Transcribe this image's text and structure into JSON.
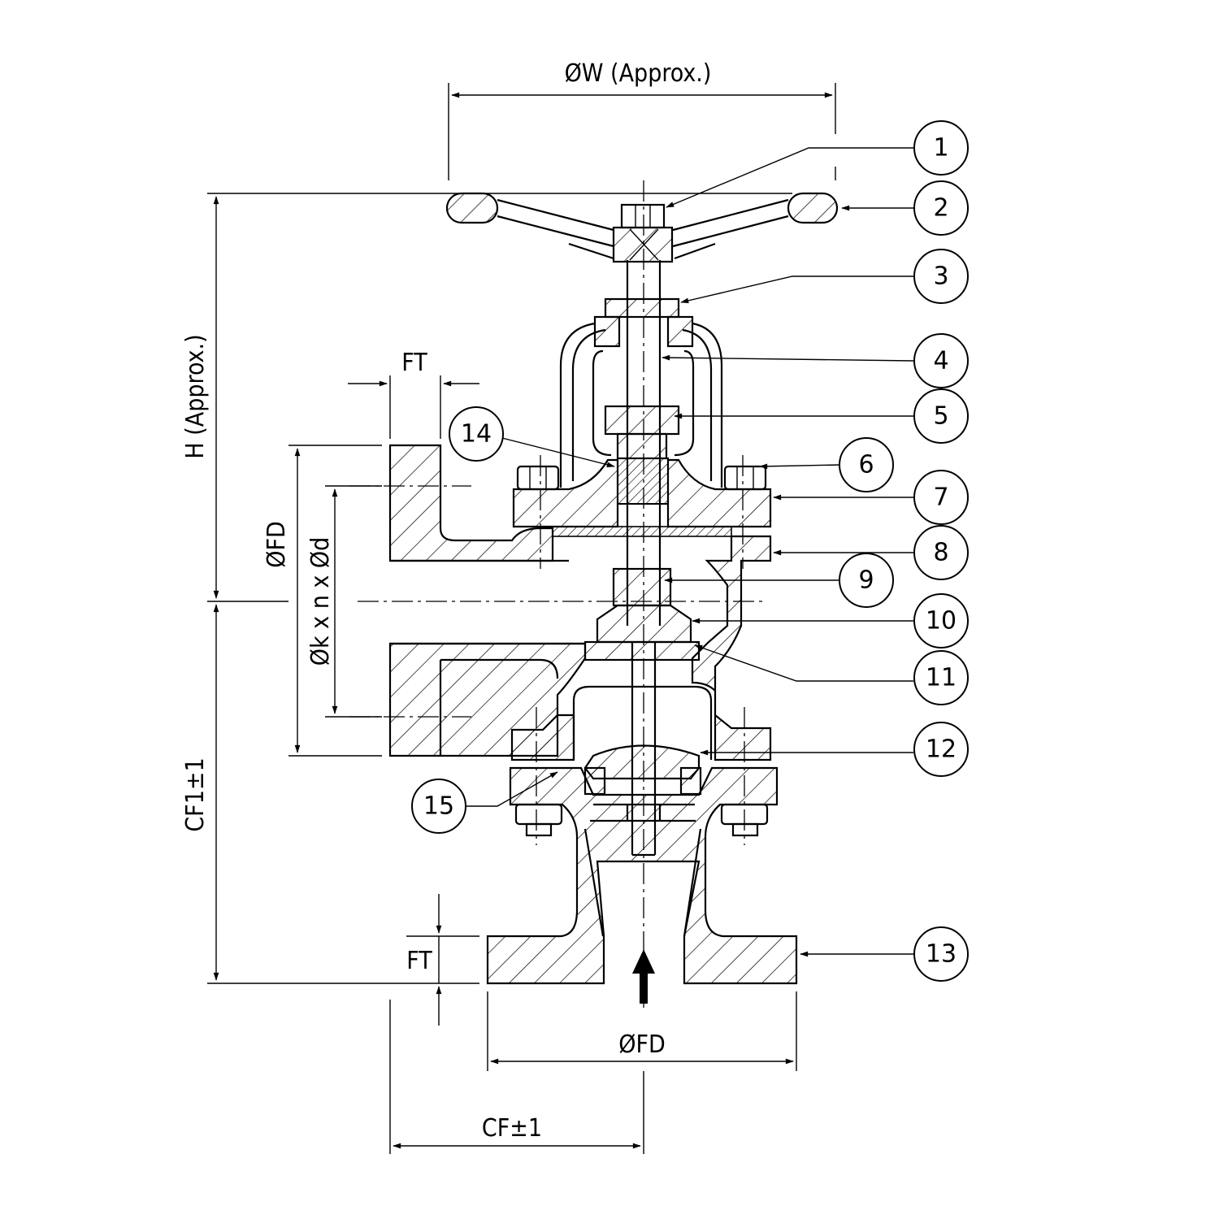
{
  "dimensions": {
    "w": "ØW (Approx.)",
    "h": "H (Approx.)",
    "ft_top": "FT",
    "ft_bottom": "FT",
    "fd_side": "ØFD",
    "kd_side": "Øk x n x Ød",
    "cf1": "CF1±1",
    "fd_bottom": "ØFD",
    "cf": "CF±1"
  },
  "balloons": [
    {
      "n": "1"
    },
    {
      "n": "2"
    },
    {
      "n": "3"
    },
    {
      "n": "4"
    },
    {
      "n": "5"
    },
    {
      "n": "6"
    },
    {
      "n": "7"
    },
    {
      "n": "8"
    },
    {
      "n": "9"
    },
    {
      "n": "10"
    },
    {
      "n": "11"
    },
    {
      "n": "12"
    },
    {
      "n": "13"
    },
    {
      "n": "14"
    },
    {
      "n": "15"
    }
  ]
}
